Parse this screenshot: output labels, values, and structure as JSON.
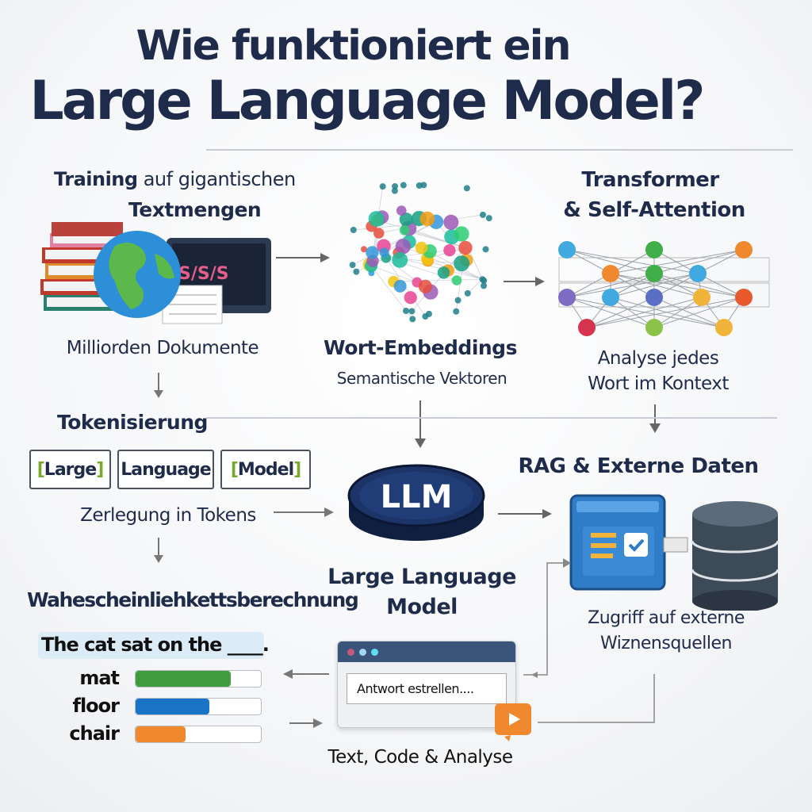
{
  "title": {
    "line1": "Wie funktioniert ein",
    "line2": "Large Language Model?"
  },
  "training": {
    "bold": "Training",
    "rest": " auf gigantischen",
    "line2": "Textmengen",
    "caption": "Milliorden Dokumente",
    "screen_text": "S/S/S"
  },
  "embeddings": {
    "title": "Wort-Embeddings",
    "subtitle": "Semantische Vektoren"
  },
  "transformer": {
    "line1": "Transformer",
    "line2": "& Self-Attention",
    "caption1": "Analyse jedes",
    "caption2": "Wort im Kontext"
  },
  "tokenization": {
    "title": "Tokenisierung",
    "tokens": [
      "Large",
      "Language",
      "Model"
    ],
    "caption": "Zerlegung in Tokens"
  },
  "llm": {
    "disk_label": "LLM",
    "caption1": "Large Language",
    "caption2": "Model"
  },
  "rag": {
    "title": "RAG & Externe Daten",
    "caption1": "Zugriff auf externe",
    "caption2": "Wiznensquellen"
  },
  "probability": {
    "title": "Wahescheinliehkettsberechnung",
    "sentence": "The cat sat on the ____.",
    "candidates": [
      {
        "word": "mat",
        "value": 0.76,
        "color": "#3f9d3f"
      },
      {
        "word": "floor",
        "value": 0.59,
        "color": "#1a73c4"
      },
      {
        "word": "chair",
        "value": 0.4,
        "color": "#f0882e"
      }
    ]
  },
  "output": {
    "input_text": "Antwort estrellen....",
    "caption": "Text, Code & Analyse"
  },
  "colors": {
    "navy": "#1e2b4a",
    "accent_orange": "#f0882e",
    "accent_blue": "#2f7cc7"
  }
}
